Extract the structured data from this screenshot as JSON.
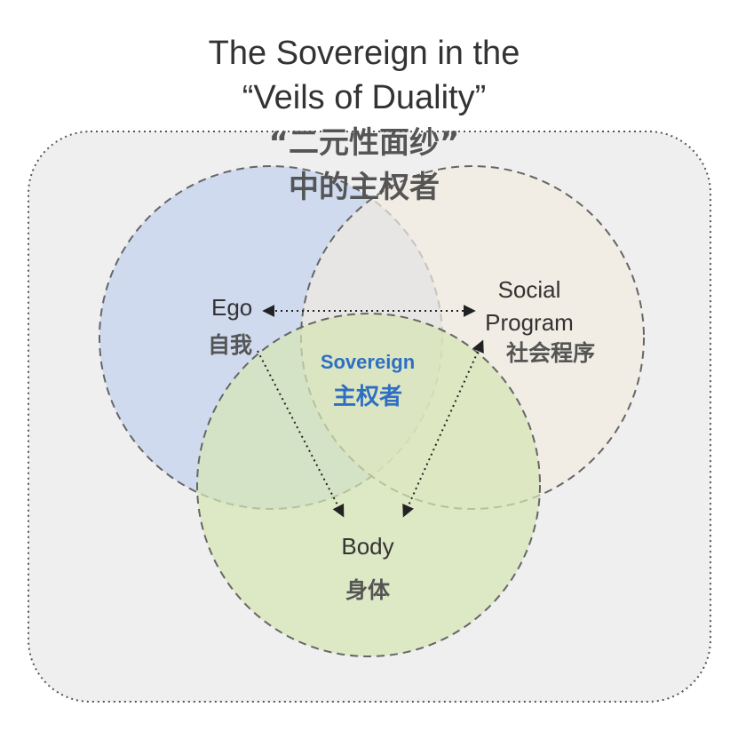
{
  "title": {
    "en_line1": "The Sovereign in the",
    "en_line2": "“Veils of Duality”",
    "zh_line1": "“二元性面纱”",
    "zh_line2": "中的主权者"
  },
  "circles": {
    "ego": {
      "en": "Ego",
      "zh": "自我",
      "fill": "#c9d6ee"
    },
    "social": {
      "en_line1": "Social",
      "en_line2": "Program",
      "zh": "社会程序",
      "fill": "#f2ebdf"
    },
    "body": {
      "en": "Body",
      "zh": "身体",
      "fill": "#d6e5b4"
    }
  },
  "center": {
    "en": "Sovereign",
    "zh": "主权者",
    "color": "#2f6fc2"
  },
  "colors": {
    "frame_bg": "#efefef",
    "outline": "#666666",
    "arrow": "#222222"
  }
}
